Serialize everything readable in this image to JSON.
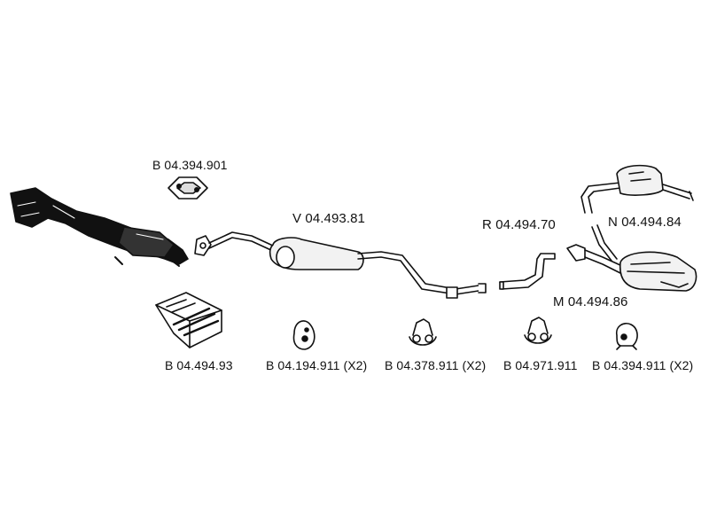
{
  "colors": {
    "ink": "#111111",
    "paper": "#ffffff",
    "part_fill": "#f2f2f2"
  },
  "parts": {
    "front_pipe": {
      "icon": "catalytic-front-pipe-icon"
    },
    "gasket_top": {
      "code": "B 04.394.901",
      "icon": "flange-gasket-icon"
    },
    "middle_silencer": {
      "code": "V 04.493.81",
      "icon": "middle-silencer-pipe-icon"
    },
    "connecting_pipe": {
      "code": "R 04.494.70",
      "icon": "connecting-pipe-icon"
    },
    "rear_silencer_n": {
      "code": "N 04.494.84",
      "icon": "rear-silencer-icon"
    },
    "rear_silencer_m": {
      "code": "M 04.494.86",
      "icon": "rear-silencer-icon"
    },
    "mounting_kit": {
      "code": "B 04.494.93",
      "icon": "mounting-kit-box-icon"
    },
    "rubber_a": {
      "code": "B 04.194.911 (X2)",
      "icon": "rubber-mount-icon"
    },
    "rubber_b": {
      "code": "B 04.378.911 (X2)",
      "icon": "rubber-hanger-icon"
    },
    "rubber_c": {
      "code": "B 04.971.911",
      "icon": "rubber-hanger-icon"
    },
    "rubber_d": {
      "code": "B 04.394.911 (X2)",
      "icon": "rubber-hanger-icon"
    }
  }
}
